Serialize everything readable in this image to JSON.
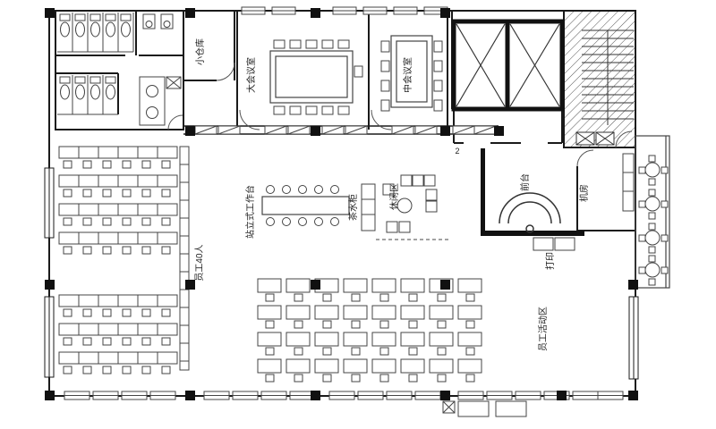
{
  "rooms": {
    "storage": "小仓库",
    "large_meeting": "大会议室",
    "medium_meeting": "中会议室",
    "standing_bench": "站立式工作台",
    "tea_cabinet": "茶水柜",
    "lounge": "休闲区",
    "reception": "前台",
    "machine_room": "机房",
    "print": "打印",
    "staff_office": "员工40人",
    "activity": "员工活动区",
    "stair_no": "2"
  },
  "colors": {
    "wall": "#1a1a1a",
    "furniture": "#444444",
    "column": "#111111"
  }
}
